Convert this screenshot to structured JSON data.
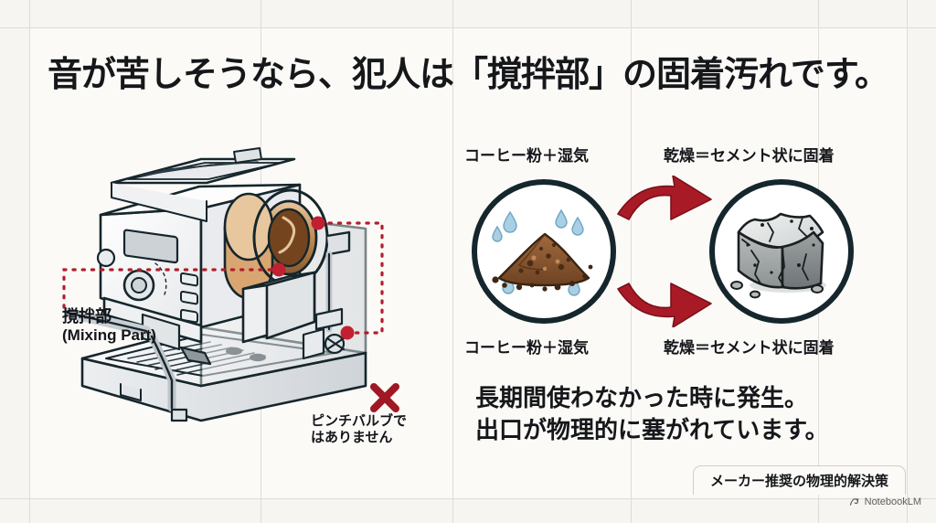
{
  "headline": "音が苦しそうなら、犯人は「撹拌部」の固着汚れです。",
  "machine": {
    "callouts": {
      "mixing_part_jp": "撹拌部",
      "mixing_part_en": "(Mixing Part)",
      "not_pinch_valve_line1": "ピンチバルブで",
      "not_pinch_valve_line2": "はありません",
      "x_icon": "x-mark-icon"
    }
  },
  "process": {
    "caption_top_left": "コーヒー粉＋湿気",
    "caption_top_right": "乾燥＝セメント状に固着",
    "caption_bottom_left": "コーヒー粉＋湿気",
    "caption_bottom_right": "乾燥＝セメント状に固着",
    "left_circle_icon": "coffee-grounds-with-moisture-icon",
    "right_circle_icon": "hardened-cement-block-icon",
    "arrow_top_icon": "curved-arrow-right-icon",
    "arrow_bottom_icon": "curved-arrow-right-icon"
  },
  "conclusion": {
    "line1": "長期間使わなかった時に発生。",
    "line2": "出口が物理的に塞がれています。"
  },
  "footer": {
    "tab_label": "メーカー推奨の物理的解決策",
    "watermark": "NotebookLM",
    "watermark_icon": "notebooklm-logo-icon"
  },
  "colors": {
    "background": "#f6f5f1",
    "sheet": "#fbfaf7",
    "ink": "#15171a",
    "outline": "#15262c",
    "accent_red": "#a81b26",
    "callout_red": "#b11f2a",
    "grid": "#dddcd6",
    "coffee_brown": "#8a5a36",
    "stone_gray": "#9fa3a4",
    "water_blue": "#a9cfe4"
  }
}
